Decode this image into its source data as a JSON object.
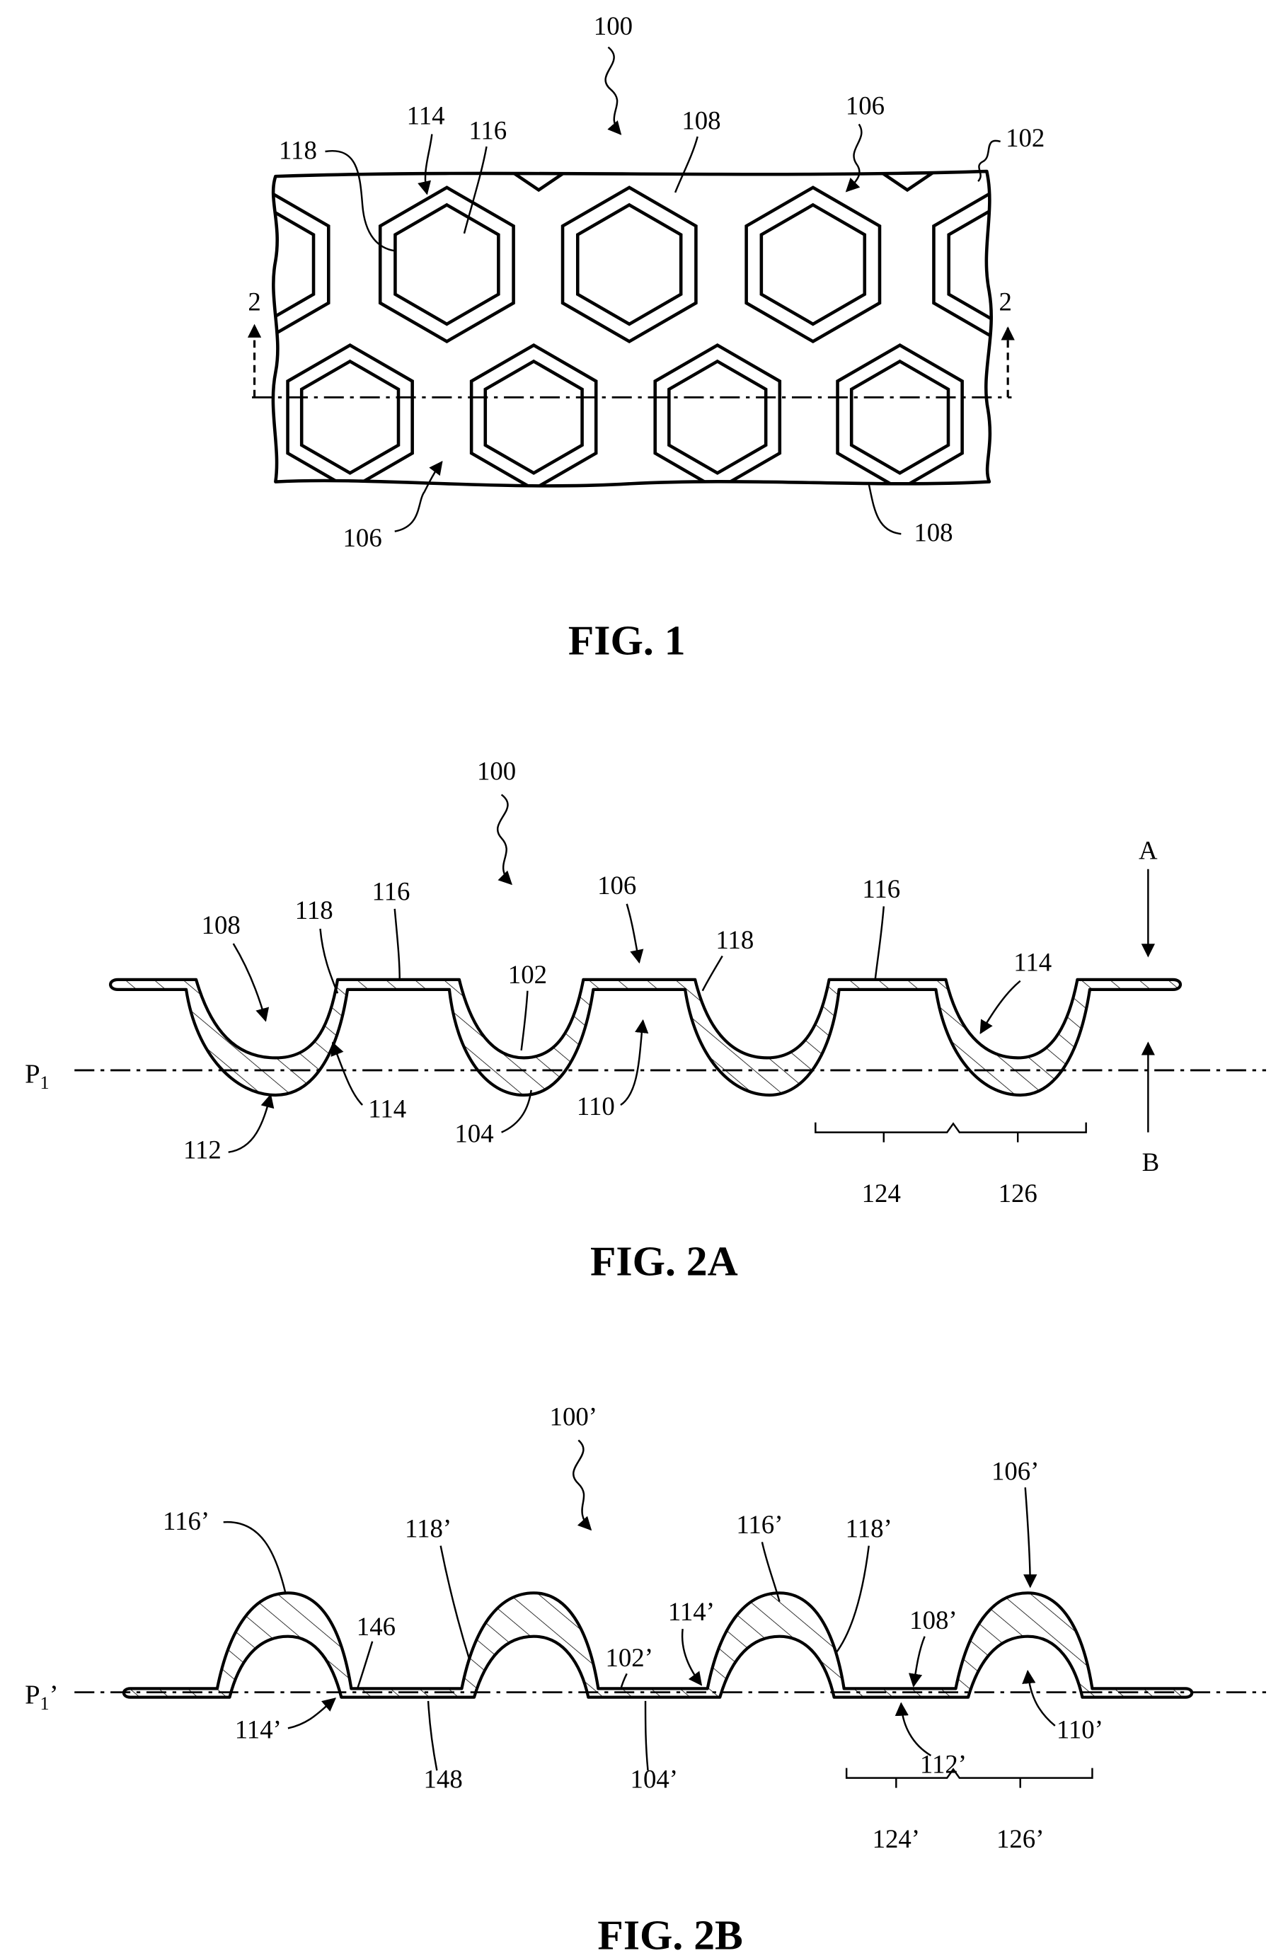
{
  "colors": {
    "ink": "#000000",
    "paper": "#ffffff"
  },
  "fig1": {
    "caption": "FIG. 1",
    "labels": [
      "100",
      "114",
      "116",
      "118",
      "108",
      "106",
      "102",
      "2",
      "2",
      "106",
      "108"
    ]
  },
  "fig2a": {
    "caption": "FIG. 2A",
    "plane": {
      "letter": "P",
      "sub": "1"
    },
    "labels": [
      "100",
      "108",
      "118",
      "116",
      "102",
      "106",
      "118",
      "116",
      "114",
      "114",
      "104",
      "110",
      "112",
      "A",
      "B",
      "124",
      "126"
    ]
  },
  "fig2b": {
    "caption": "FIG. 2B",
    "plane": {
      "letter": "P",
      "sub": "1",
      "prime": "’"
    },
    "labels": [
      "100’",
      "116’",
      "118’",
      "146",
      "102’",
      "114’",
      "116’",
      "118’",
      "108’",
      "106’",
      "114’",
      "148",
      "104’",
      "112’",
      "110’",
      "124’",
      "126’"
    ]
  }
}
